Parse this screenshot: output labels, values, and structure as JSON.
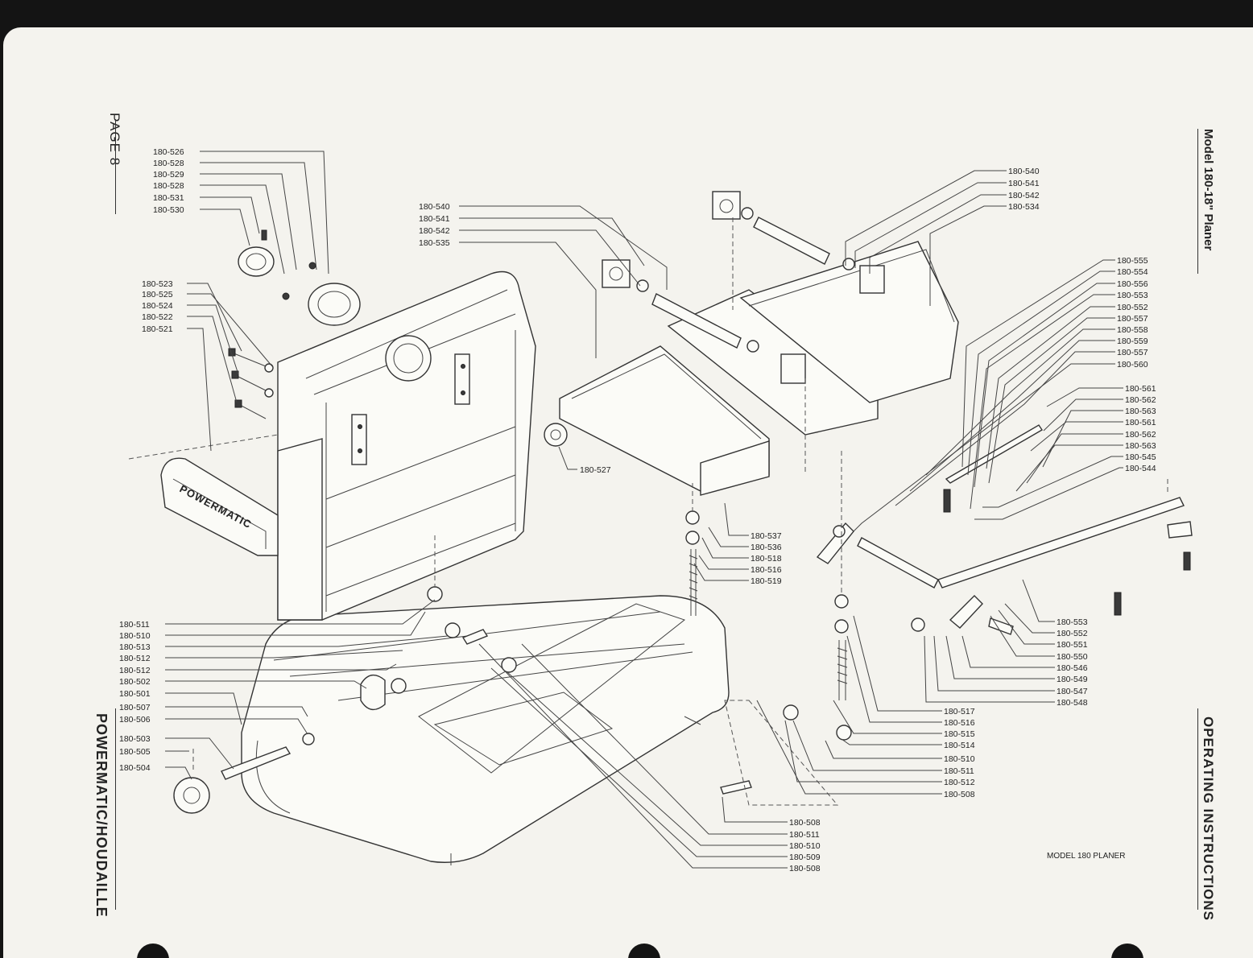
{
  "header": {
    "page_label": "PAGE 8",
    "model_label": "Model 180-18\" Planer",
    "section_label": "OPERATING INSTRUCTIONS",
    "brand_label": "POWERMATIC/HOUDAILLE"
  },
  "diagram": {
    "caption": "MODEL 180 PLANER",
    "casting_logo": "POWERMATIC",
    "callouts": [
      {
        "id": "c1",
        "label": "180-526"
      },
      {
        "id": "c2",
        "label": "180-528"
      },
      {
        "id": "c3",
        "label": "180-529"
      },
      {
        "id": "c4",
        "label": "180-528"
      },
      {
        "id": "c5",
        "label": "180-531"
      },
      {
        "id": "c6",
        "label": "180-530"
      },
      {
        "id": "c7",
        "label": "180-523"
      },
      {
        "id": "c8",
        "label": "180-525"
      },
      {
        "id": "c9",
        "label": "180-524"
      },
      {
        "id": "c10",
        "label": "180-522"
      },
      {
        "id": "c11",
        "label": "180-521"
      },
      {
        "id": "c12",
        "label": "180-540"
      },
      {
        "id": "c13",
        "label": "180-541"
      },
      {
        "id": "c14",
        "label": "180-542"
      },
      {
        "id": "c15",
        "label": "180-535"
      },
      {
        "id": "c16",
        "label": "180-527"
      },
      {
        "id": "c17",
        "label": "180-540"
      },
      {
        "id": "c18",
        "label": "180-541"
      },
      {
        "id": "c19",
        "label": "180-542"
      },
      {
        "id": "c20",
        "label": "180-534"
      },
      {
        "id": "c21",
        "label": "180-555"
      },
      {
        "id": "c22",
        "label": "180-554"
      },
      {
        "id": "c23",
        "label": "180-556"
      },
      {
        "id": "c24",
        "label": "180-553"
      },
      {
        "id": "c25",
        "label": "180-552"
      },
      {
        "id": "c26",
        "label": "180-557"
      },
      {
        "id": "c27",
        "label": "180-558"
      },
      {
        "id": "c28",
        "label": "180-559"
      },
      {
        "id": "c29",
        "label": "180-557"
      },
      {
        "id": "c30",
        "label": "180-560"
      },
      {
        "id": "c31",
        "label": "180-561"
      },
      {
        "id": "c32",
        "label": "180-562"
      },
      {
        "id": "c33",
        "label": "180-563"
      },
      {
        "id": "c34",
        "label": "180-561"
      },
      {
        "id": "c35",
        "label": "180-562"
      },
      {
        "id": "c36",
        "label": "180-563"
      },
      {
        "id": "c37",
        "label": "180-545"
      },
      {
        "id": "c38",
        "label": "180-544"
      },
      {
        "id": "c39",
        "label": "180-537"
      },
      {
        "id": "c40",
        "label": "180-536"
      },
      {
        "id": "c41",
        "label": "180-518"
      },
      {
        "id": "c42",
        "label": "180-516"
      },
      {
        "id": "c43",
        "label": "180-519"
      },
      {
        "id": "c44",
        "label": "180-511"
      },
      {
        "id": "c45",
        "label": "180-510"
      },
      {
        "id": "c46",
        "label": "180-513"
      },
      {
        "id": "c47",
        "label": "180-512"
      },
      {
        "id": "c48",
        "label": "180-512"
      },
      {
        "id": "c49",
        "label": "180-502"
      },
      {
        "id": "c50",
        "label": "180-501"
      },
      {
        "id": "c51",
        "label": "180-507"
      },
      {
        "id": "c52",
        "label": "180-506"
      },
      {
        "id": "c53",
        "label": "180-503"
      },
      {
        "id": "c54",
        "label": "180-505"
      },
      {
        "id": "c55",
        "label": "180-504"
      },
      {
        "id": "c56",
        "label": "180-553"
      },
      {
        "id": "c57",
        "label": "180-552"
      },
      {
        "id": "c58",
        "label": "180-551"
      },
      {
        "id": "c59",
        "label": "180-550"
      },
      {
        "id": "c60",
        "label": "180-546"
      },
      {
        "id": "c61",
        "label": "180-549"
      },
      {
        "id": "c62",
        "label": "180-547"
      },
      {
        "id": "c63",
        "label": "180-548"
      },
      {
        "id": "c64",
        "label": "180-517"
      },
      {
        "id": "c65",
        "label": "180-516"
      },
      {
        "id": "c66",
        "label": "180-515"
      },
      {
        "id": "c67",
        "label": "180-514"
      },
      {
        "id": "c68",
        "label": "180-510"
      },
      {
        "id": "c69",
        "label": "180-511"
      },
      {
        "id": "c70",
        "label": "180-512"
      },
      {
        "id": "c71",
        "label": "180-508"
      },
      {
        "id": "c72",
        "label": "180-508"
      },
      {
        "id": "c73",
        "label": "180-511"
      },
      {
        "id": "c74",
        "label": "180-510"
      },
      {
        "id": "c75",
        "label": "180-509"
      },
      {
        "id": "c76",
        "label": "180-508"
      }
    ]
  }
}
